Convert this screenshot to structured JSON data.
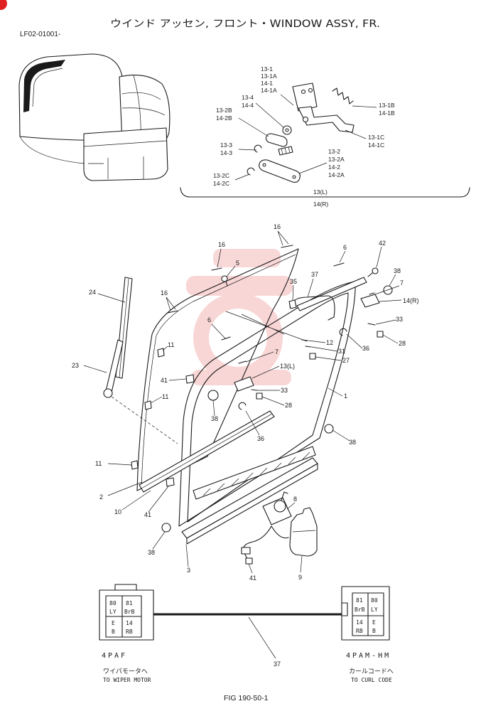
{
  "header": {
    "title": "ウインド アッセン, フロント・WINDOW ASSY, FR.",
    "code": "LF02-01001-"
  },
  "inset_labels": [
    "13-1",
    "13-1A",
    "14-1",
    "14-1A",
    "13-4",
    "14-4",
    "13-2B",
    "14-2B",
    "13-1B",
    "14-1B",
    "13-1C",
    "14-1C",
    "13-3",
    "14-3",
    "13-2",
    "13-2A",
    "14-2",
    "14-2A",
    "13-2C",
    "14-2C",
    "13(L)",
    "14(R)"
  ],
  "callouts": [
    "16",
    "16",
    "6",
    "42",
    "5",
    "38",
    "37",
    "35",
    "7",
    "24",
    "16",
    "14(R)",
    "33",
    "6",
    "12",
    "36",
    "28",
    "11",
    "31",
    "7",
    "23",
    "27",
    "13(L)",
    "41",
    "33",
    "1",
    "11",
    "28",
    "38",
    "36",
    "38",
    "11",
    "2",
    "10",
    "41",
    "8",
    "38",
    "41",
    "9",
    "3"
  ],
  "harness": {
    "callout": "37"
  },
  "connectors": {
    "left": {
      "name": "4PAF",
      "cells": [
        [
          "80",
          "81"
        ],
        [
          "LY",
          "BrB"
        ],
        [
          "E",
          "14"
        ],
        [
          "B",
          "RB"
        ]
      ],
      "dest_jp": "ワイパモータへ",
      "dest_en": "TO WIPER MOTOR"
    },
    "right": {
      "name": "4PAM-HM",
      "cells": [
        [
          "81",
          "80"
        ],
        [
          "BrB",
          "LY"
        ],
        [
          "14",
          "E"
        ],
        [
          "RB",
          "B"
        ]
      ],
      "dest_jp": "カールコードへ",
      "dest_en": "TO CURL CODE"
    }
  },
  "figure_number": "FIG 190-50-1",
  "colors": {
    "ink": "#1a1a1a",
    "watermark": "#e23a3a",
    "corner_badge": "#e0201e"
  }
}
